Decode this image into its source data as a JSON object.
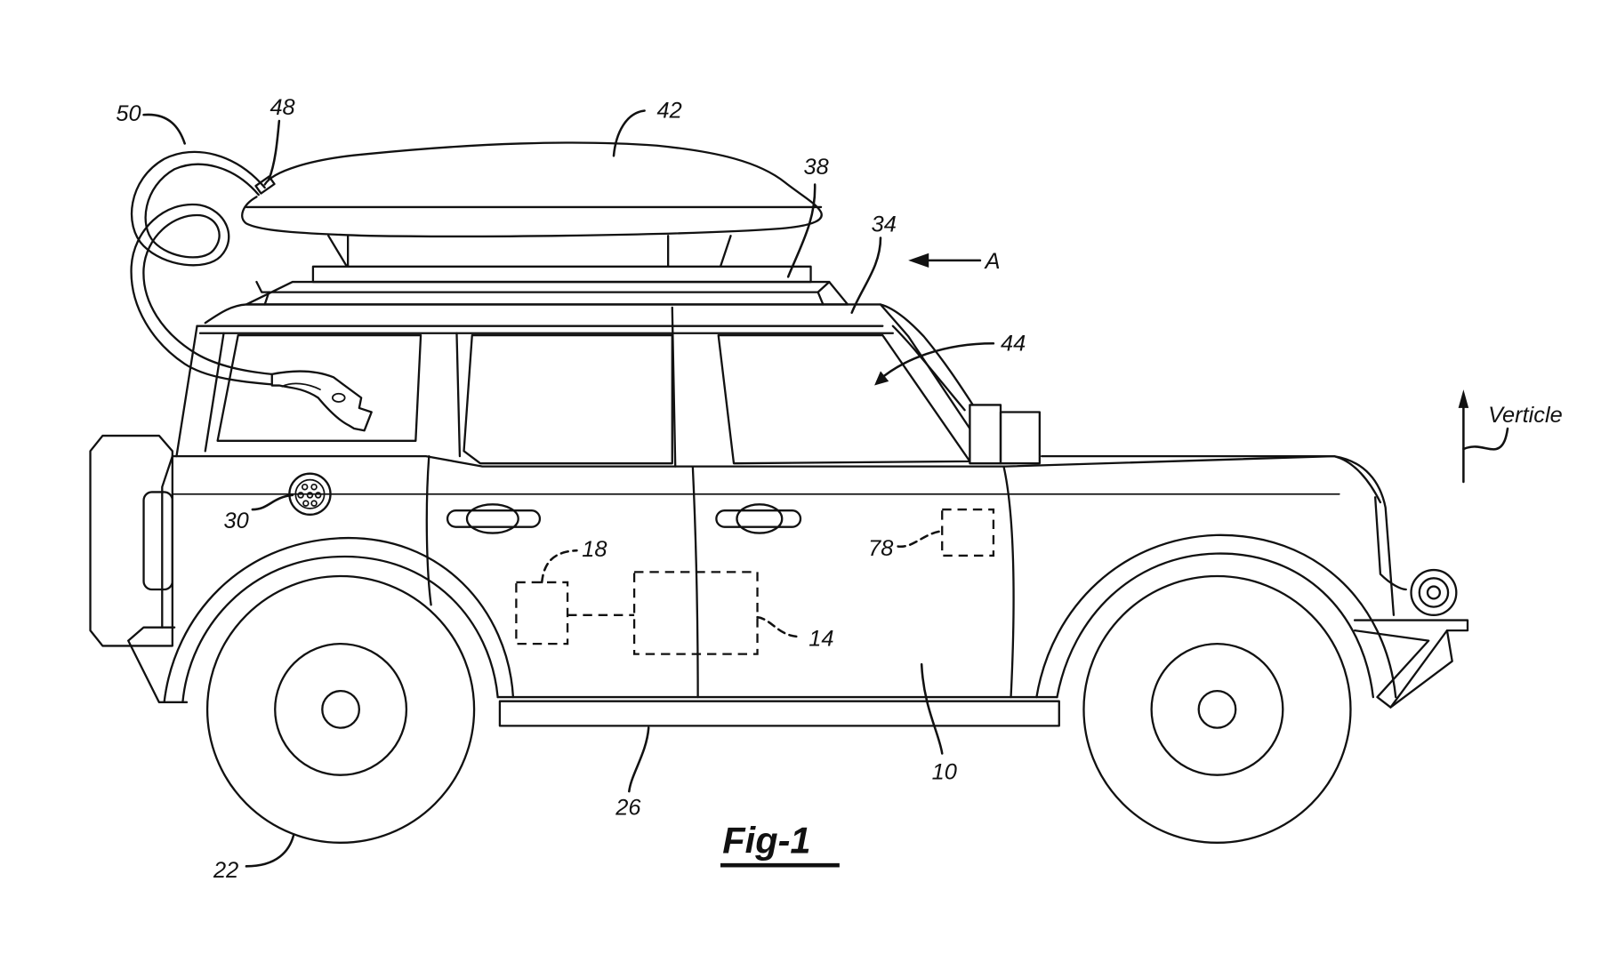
{
  "figure": {
    "title": "Fig-1",
    "description": "Patent drawing: side view of a vehicle with roof-mounted cargo box containing charging cable"
  },
  "labels": {
    "vehicle": "10",
    "controller": "14",
    "module_18": "18",
    "wheel": "22",
    "rocker": "26",
    "charge_port": "30",
    "roof": "34",
    "roof_rack": "38",
    "cargo_box": "42",
    "cabin": "44",
    "cable_outlet": "48",
    "charging_cable": "50",
    "module_78": "78",
    "direction_a": "A",
    "vertical_axis": "Verticle"
  }
}
